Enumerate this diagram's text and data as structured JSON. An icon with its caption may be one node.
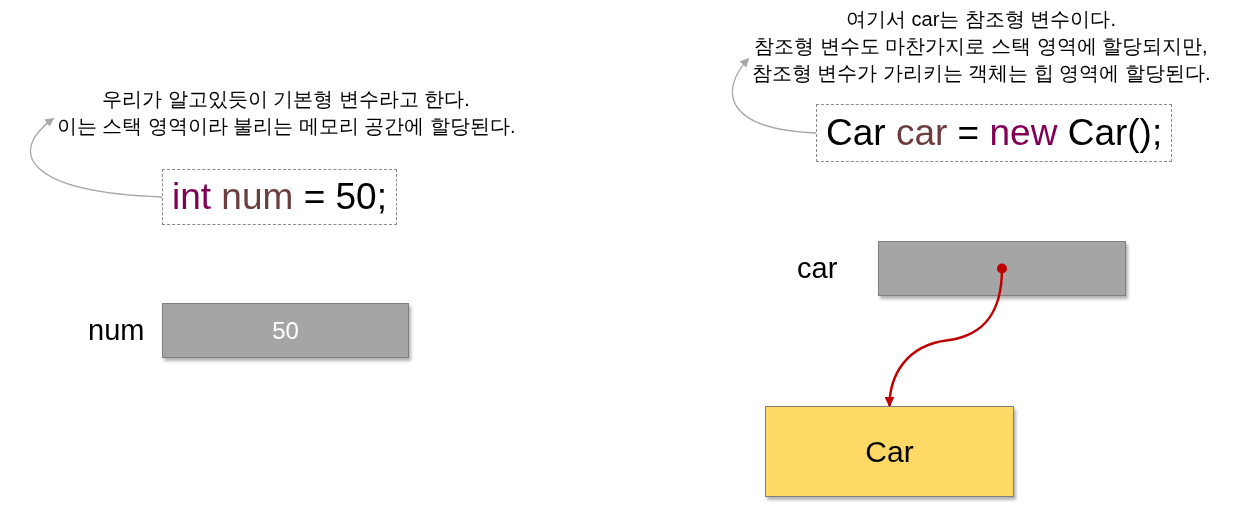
{
  "diagram": {
    "nodes": [
      {
        "text": [
          "우리가 알고있듯이 기본형 변수라고 한다.",
          "이는 스택 영역이라 불리는 메모리 공간에 할당된다."
        ]
      },
      {
        "text": [
          "int num = 50;"
        ]
      },
      {
        "text": [
          "50"
        ],
        "beside": [
          "num"
        ]
      },
      {
        "text": [
          "여기서 car는 참조형 변수이다.",
          "참조형 변수도 마찬가지로 스택 영역에 할당되지만, 참조형 변수가 가리키는 객체는 힙 영역에 할당된다."
        ]
      },
      {
        "text": [
          "Car car = new Car();"
        ]
      },
      {
        "text": [],
        "shape": "box",
        "beside": [
          "car"
        ]
      },
      {
        "text": [
          "Car"
        ]
      }
    ],
    "edges": [
      {
        "from": 1,
        "to": 0,
        "arrow": "to"
      },
      {
        "from": 4,
        "to": 3,
        "arrow": "to"
      },
      {
        "from": 5,
        "to": 6,
        "arrow": "to",
        "color": "#c00000"
      }
    ]
  }
}
